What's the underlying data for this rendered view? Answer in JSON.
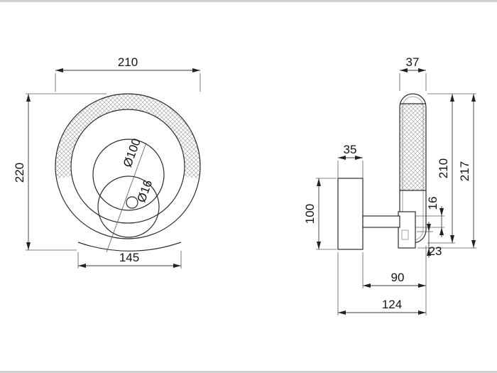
{
  "drawing": {
    "front": {
      "width": "210",
      "height": "220",
      "shade_width": "145",
      "diffuser_diameter": "Ø100",
      "tube_diameter": "Ø16"
    },
    "side": {
      "profile_width": "37",
      "backplate_width": "35",
      "backplate_height": "100",
      "ring_height": "210",
      "total_height": "217",
      "arm_thickness": "16",
      "socket_depth": "23",
      "arm_projection": "90",
      "total_projection": "124"
    }
  }
}
